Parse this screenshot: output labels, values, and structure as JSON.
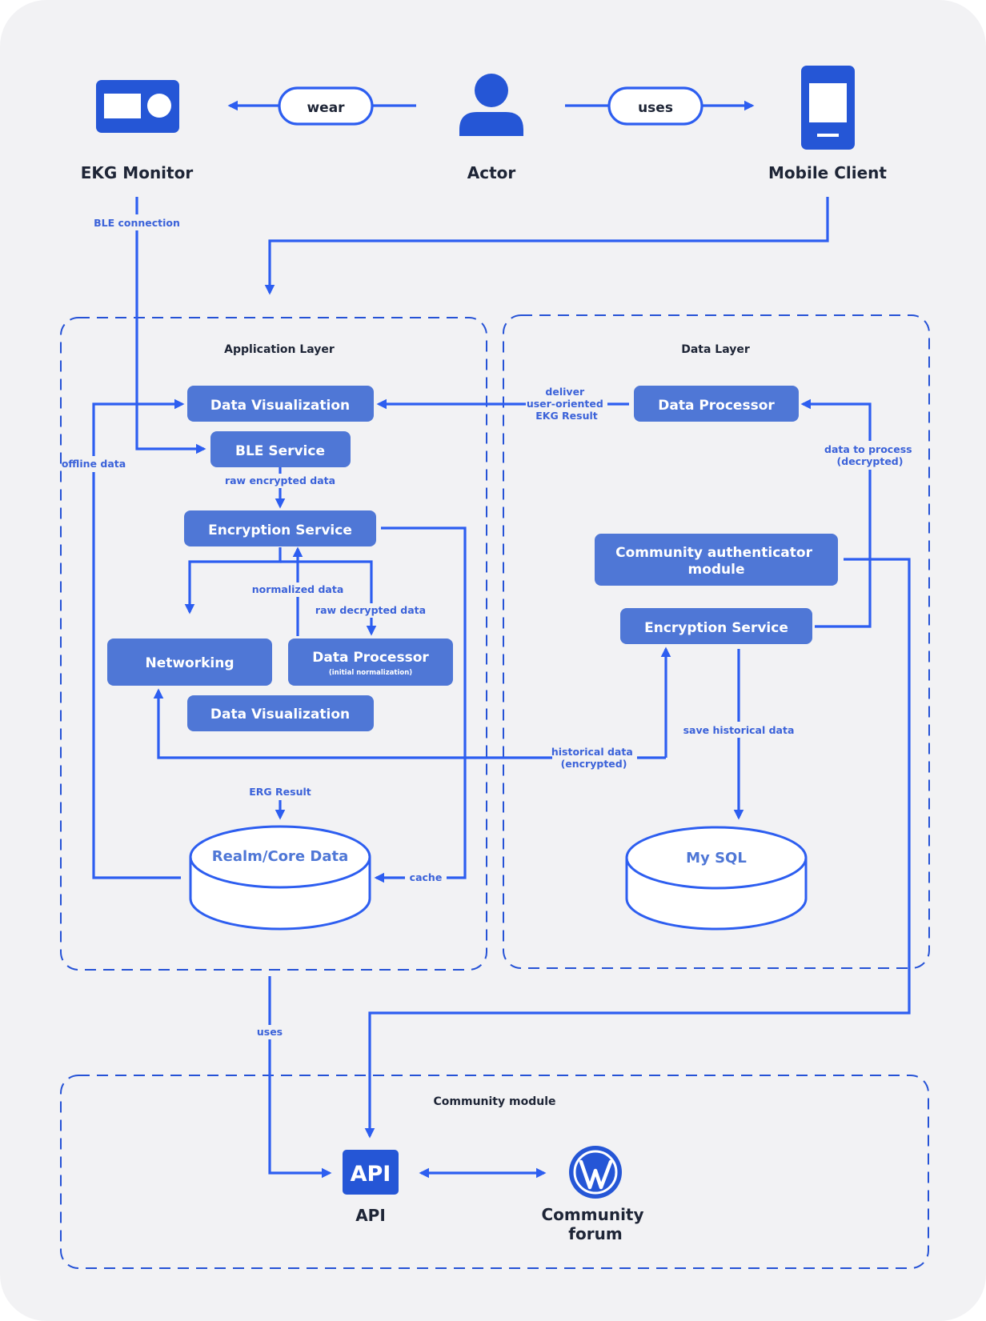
{
  "actors": {
    "ekg_monitor": "EKG Monitor",
    "actor": "Actor",
    "mobile_client": "Mobile Client",
    "wear": "wear",
    "uses": "uses",
    "ble_connection": "BLE connection"
  },
  "app_layer": {
    "title": "Application Layer",
    "data_visualization": "Data Visualization",
    "ble_service": "BLE Service",
    "raw_encrypted": "raw encrypted data",
    "encryption_service": "Encryption Service",
    "normalized": "normalized data",
    "raw_decrypted": "raw decrypted data",
    "networking": "Networking",
    "data_processor": "Data Processor",
    "data_processor_sub": "(initial normalization)",
    "data_visualization_2": "Data Visualization",
    "offline": "offline data",
    "erg_result": "ERG Result",
    "realm": "Realm/Core Data",
    "cache": "cache"
  },
  "data_layer": {
    "title": "Data Layer",
    "deliver_lines": [
      "deliver",
      "user-oriented",
      "EKG Result"
    ],
    "data_processor": "Data Processor",
    "to_process_lines": [
      "data to process",
      "(decrypted)"
    ],
    "community_auth_lines": [
      "Community authenticator",
      "module"
    ],
    "encryption_service": "Encryption Service",
    "save_historical": "save historical data",
    "historical_lines": [
      "historical data",
      "(encrypted)"
    ],
    "mysql": "My SQL"
  },
  "community": {
    "title": "Community module",
    "uses": "uses",
    "api_icon": "API",
    "api_label": "API",
    "forum_lines": [
      "Community",
      "forum"
    ]
  },
  "icons": [
    "ekg-monitor-icon",
    "person-icon",
    "smartphone-icon",
    "api-icon",
    "wordpress-icon"
  ],
  "colors": {
    "accent": "#2D5EF0",
    "box": "#4F77D6",
    "label": "#3B62D9",
    "title": "#1E2536",
    "panel": "#F2F2F4"
  }
}
